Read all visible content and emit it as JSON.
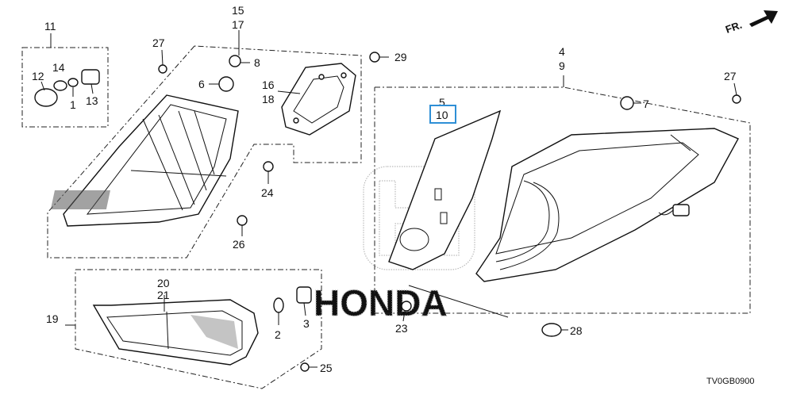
{
  "diagram_code": "TV0GB0900",
  "front_indicator": "FR.",
  "watermark": "HONDA",
  "callouts": {
    "c1": "1",
    "c2": "2",
    "c3": "3",
    "c4": "4",
    "c5": "5",
    "c6": "6",
    "c7": "7",
    "c8": "8",
    "c9": "9",
    "c10": "10",
    "c11": "11",
    "c12": "12",
    "c13": "13",
    "c14": "14",
    "c15": "15",
    "c16": "16",
    "c17": "17",
    "c18": "18",
    "c19": "19",
    "c20": "20",
    "c21": "21",
    "c23": "23",
    "c24": "24",
    "c25": "25",
    "c26": "26",
    "c27a": "27",
    "c27b": "27",
    "c28": "28",
    "c29": "29"
  },
  "highlighted_callout": "10"
}
